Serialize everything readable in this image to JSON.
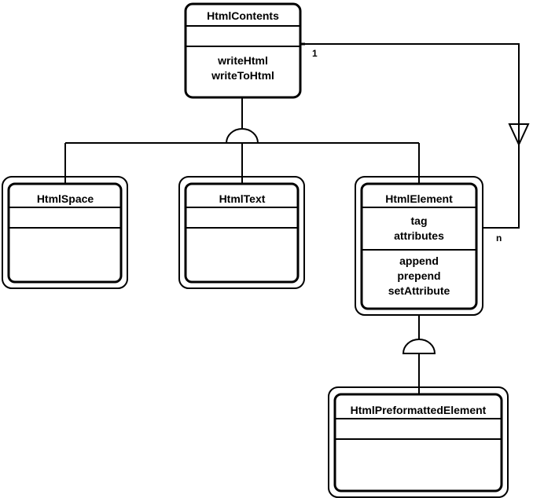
{
  "classes": {
    "html_contents": {
      "name": "HtmlContents",
      "attributes": [],
      "operations": [
        "writeHtml",
        "writeToHtml"
      ]
    },
    "html_space": {
      "name": "HtmlSpace",
      "attributes": [],
      "operations": []
    },
    "html_text": {
      "name": "HtmlText",
      "attributes": [],
      "operations": []
    },
    "html_element": {
      "name": "HtmlElement",
      "attributes": [
        "tag",
        "attributes"
      ],
      "operations": [
        "append",
        "prepend",
        "setAttribute"
      ]
    },
    "html_preformatted_element": {
      "name": "HtmlPreformattedElement",
      "attributes": [],
      "operations": []
    }
  },
  "association": {
    "contents_end": "1",
    "element_end": "n"
  }
}
